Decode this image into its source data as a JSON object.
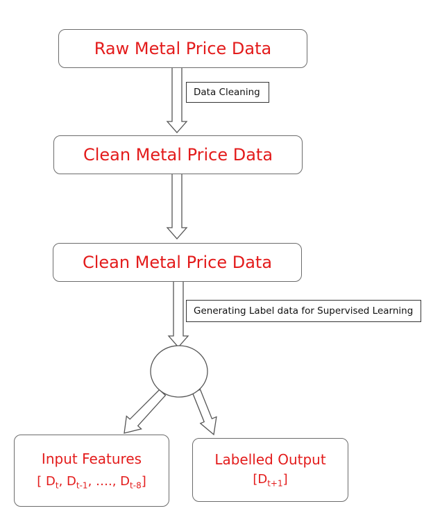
{
  "nodes": {
    "raw": "Raw Metal Price Data",
    "clean1": "Clean Metal Price Data",
    "clean2": "Clean Metal Price Data",
    "input": {
      "title": "Input Features",
      "open": "[ D",
      "s1": "t",
      "c1": ", D",
      "s2": "t-1",
      "c2": ", …., D",
      "s3": "t-8",
      "close": "]"
    },
    "output": {
      "title": "Labelled Output",
      "open": "[D",
      "s1": "t+1",
      "close": "]"
    }
  },
  "edges": {
    "cleaning": "Data Cleaning",
    "labeling": "Generating Label data for Supervised Learning"
  },
  "colors": {
    "node_text": "#e31b1b",
    "border": "#6b6b6b"
  }
}
